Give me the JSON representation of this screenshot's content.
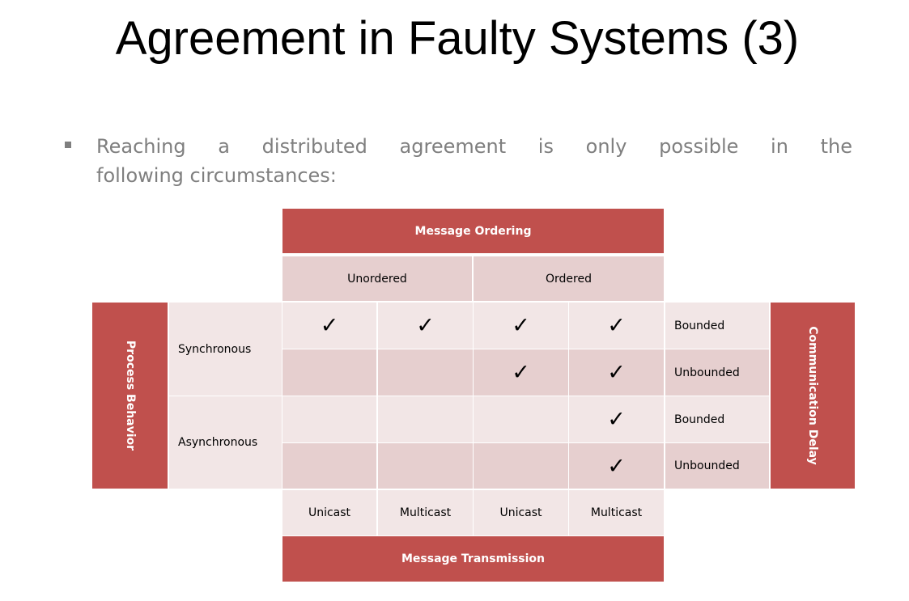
{
  "slide": {
    "title": "Agreement in Faulty Systems (3)",
    "bullet_line_1": "Reaching a distributed agreement is only possible in the",
    "bullet_line_2": "following circumstances:"
  },
  "table": {
    "message_ordering_header": "Message Ordering",
    "ordering_unordered": "Unordered",
    "ordering_ordered": "Ordered",
    "process_behavior_label": "Process Behavior",
    "communication_delay_label": "Communication Delay",
    "message_transmission_header": "Message Transmission",
    "process_synchronous": "Synchronous",
    "process_asynchronous": "Asynchronous",
    "delay_labels": [
      "Bounded",
      "Unbounded",
      "Bounded",
      "Unbounded"
    ],
    "transmission_labels": [
      "Unicast",
      "Multicast",
      "Unicast",
      "Multicast"
    ],
    "check_mark": "✓",
    "cells": [
      [
        true,
        true,
        true,
        true
      ],
      [
        false,
        false,
        true,
        true
      ],
      [
        false,
        false,
        false,
        true
      ],
      [
        false,
        false,
        false,
        true
      ]
    ]
  },
  "colors": {
    "header_red": "#c0504d",
    "row_light": "#f2e6e6",
    "row_mid": "#e6cfcf",
    "bullet_text": "#7f7f7f"
  }
}
